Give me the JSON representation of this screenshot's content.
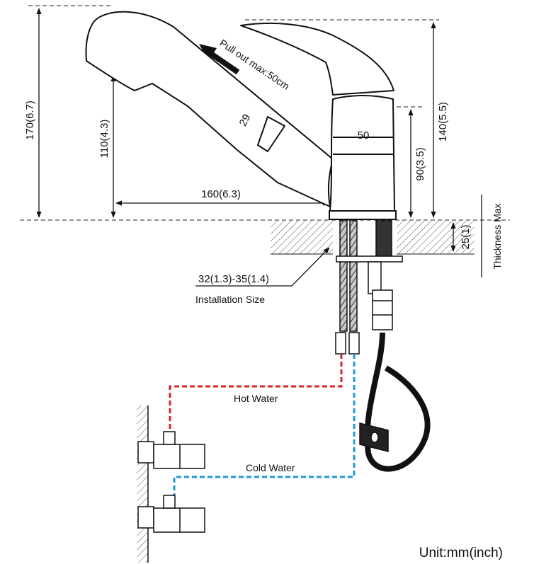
{
  "dimensions": {
    "height_170": "170(6.7)",
    "height_110": "110(4.3)",
    "reach_160": "160(6.3)",
    "spray_29": "29",
    "body_50": "50",
    "height_90": "90(3.5)",
    "height_140": "140(5.5)",
    "thickness_25": "25(1)",
    "install_size": "32(1.3)-35(1.4)"
  },
  "labels": {
    "pull_out": "Pull out max:50cm",
    "thickness_max": "Thickness Max",
    "installation_size": "Installation Size",
    "hot_water": "Hot Water",
    "cold_water": "Cold Water",
    "unit": "Unit:mm(inch)"
  },
  "colors": {
    "hot": "#d9252a",
    "cold": "#1e9ad6",
    "line": "#111111"
  }
}
